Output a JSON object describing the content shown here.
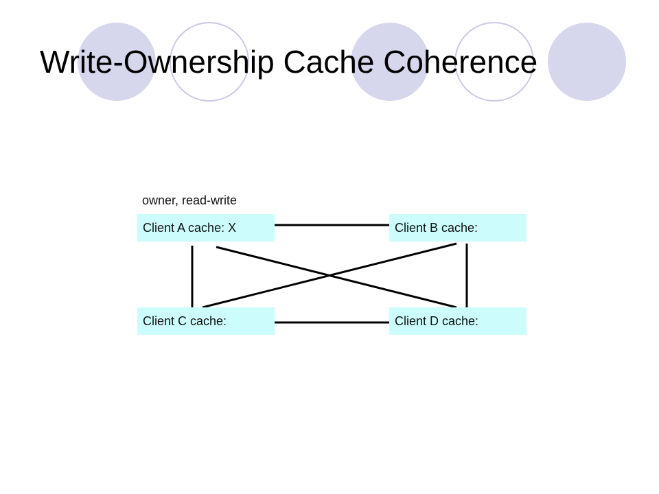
{
  "title": "Write-Ownership Cache Coherence",
  "colors": {
    "circle_fill": "#d6d6ec",
    "circle_stroke": "#c9c9e3",
    "box_fill": "#ccfcfc",
    "link_line": "#000000"
  },
  "diagram": {
    "owner_label": "owner, read-write",
    "nodes": [
      {
        "id": "A",
        "label": "Client A cache: X"
      },
      {
        "id": "B",
        "label": "Client B cache:"
      },
      {
        "id": "C",
        "label": "Client C cache:"
      },
      {
        "id": "D",
        "label": "Client D cache:"
      }
    ],
    "edges": [
      {
        "from": "A",
        "to": "B"
      },
      {
        "from": "A",
        "to": "C"
      },
      {
        "from": "A",
        "to": "D"
      },
      {
        "from": "B",
        "to": "C"
      },
      {
        "from": "B",
        "to": "D"
      },
      {
        "from": "C",
        "to": "D"
      }
    ]
  }
}
